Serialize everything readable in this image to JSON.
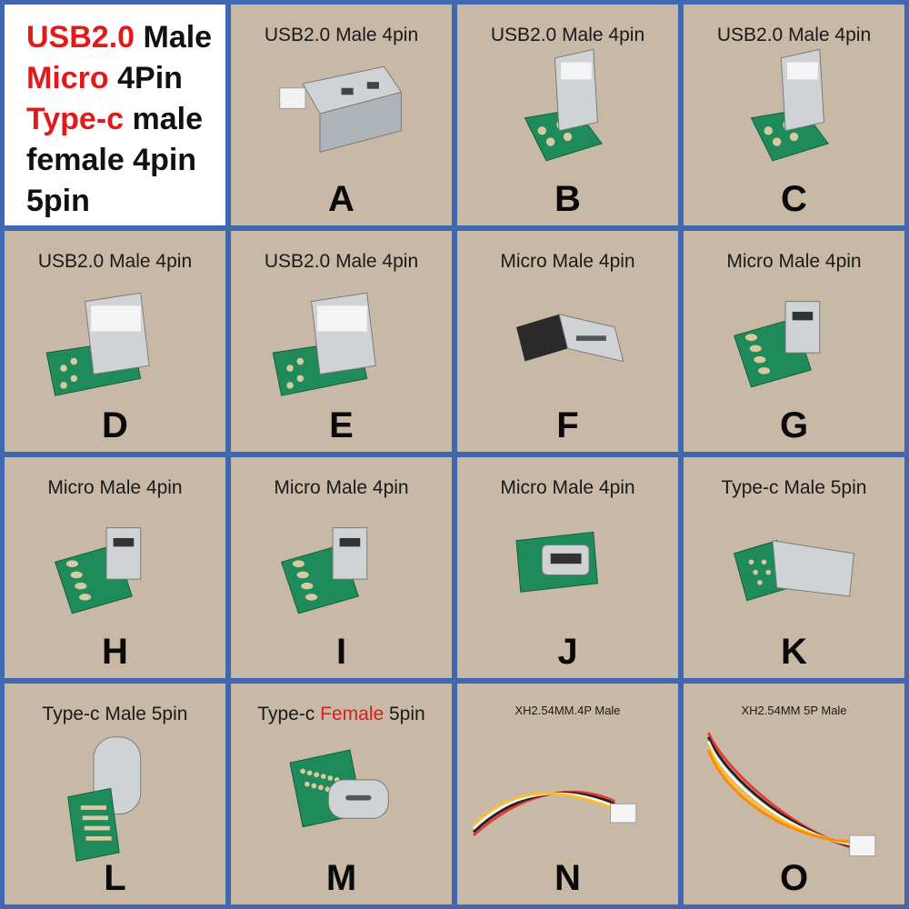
{
  "header": {
    "lines": [
      {
        "red": "USB2.0",
        "black": " Male"
      },
      {
        "red": "Micro",
        "black": " 4Pin"
      },
      {
        "red": "Type-c",
        "black": " male"
      },
      {
        "red": "",
        "black": "female 4pin"
      },
      {
        "red": "",
        "black": "5pin"
      }
    ]
  },
  "items": [
    {
      "letter": "A",
      "caption": "USB2.0 Male 4pin",
      "kind": "usbA-plain"
    },
    {
      "letter": "B",
      "caption": "USB2.0 Male 4pin",
      "kind": "usbA-board-vertical"
    },
    {
      "letter": "C",
      "caption": "USB2.0 Male 4pin",
      "kind": "usbA-board-vertical"
    },
    {
      "letter": "D",
      "caption": "USB2.0 Male 4pin",
      "kind": "usbA-board-flat"
    },
    {
      "letter": "E",
      "caption": "USB2.0 Male 4pin",
      "kind": "usbA-board-flat"
    },
    {
      "letter": "F",
      "caption": "Micro Male 4pin",
      "kind": "micro-plain"
    },
    {
      "letter": "G",
      "caption": "Micro Male 4pin",
      "kind": "micro-board"
    },
    {
      "letter": "H",
      "caption": "Micro Male 4pin",
      "kind": "micro-board"
    },
    {
      "letter": "I",
      "caption": "Micro Male 4pin",
      "kind": "micro-board"
    },
    {
      "letter": "J",
      "caption": "Micro Male 4pin",
      "kind": "micro-board-flat"
    },
    {
      "letter": "K",
      "caption": "Type-c Male 5pin",
      "kind": "typec-board"
    },
    {
      "letter": "L",
      "caption": "Type-c Male 5pin",
      "kind": "typec-vertical"
    },
    {
      "letter": "M",
      "caption_before": "Type-c ",
      "caption_red": "Female",
      "caption_after": " 5pin",
      "kind": "typec-female"
    },
    {
      "letter": "N",
      "caption": "XH2.54MM.4P Male",
      "small": true,
      "kind": "cable4"
    },
    {
      "letter": "O",
      "caption": "XH2.54MM 5P Male",
      "small": true,
      "kind": "cable5"
    }
  ],
  "colors": {
    "border": "#3f68b0",
    "cell_bg": "#c7b9a6",
    "pcb_green": "#1f8a5a",
    "metal": "#cfd3d6",
    "accent_red": "#e11b1b"
  }
}
